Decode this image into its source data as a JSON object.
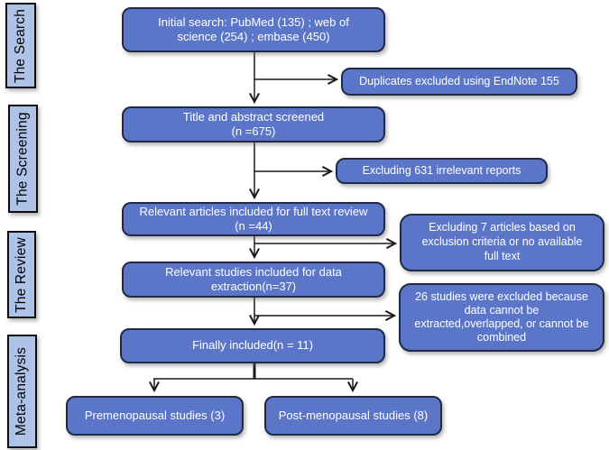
{
  "diagram": {
    "stages": [
      {
        "label": "The Search"
      },
      {
        "label": "The Screening"
      },
      {
        "label": "The Review"
      },
      {
        "label": "Meta-analysis"
      }
    ],
    "nodes": {
      "initial_search": "Initial search:  PubMed (135) ; web of\nscience (254) ; embase (450)",
      "duplicates_excluded": "Duplicates excluded using EndNote 155",
      "title_abstract_screened": "Title and abstract screened\n(n =675)",
      "excluding_irrelevant": "Excluding 631 irrelevant reports",
      "full_text_review": "Relevant articles included for full text review\n(n =44)",
      "excluding_seven_articles": "Excluding 7 articles based on\nexclusion criteria or no available\nfull text",
      "data_extraction": "Relevant studies included for data\nextraction(n=37)",
      "twentysix_excluded": "26 studies were excluded because\ndata cannot be\nextracted,overlapped, or cannot be\ncombined",
      "finally_included": "Finally included(n = 11)",
      "premenopausal": "Premenopausal studies  (3)",
      "postmenopausal": "Post-menopausal studies  (8)"
    },
    "colors": {
      "node_fill": "#5b76c8",
      "node_border": "#202a45",
      "node_text": "#ffffff",
      "stage_fill": "#aec3e7",
      "stage_border": "#0d0d0d",
      "stage_text": "#000000",
      "arrow": "#1a1a1a",
      "background": "#ffffff"
    }
  }
}
